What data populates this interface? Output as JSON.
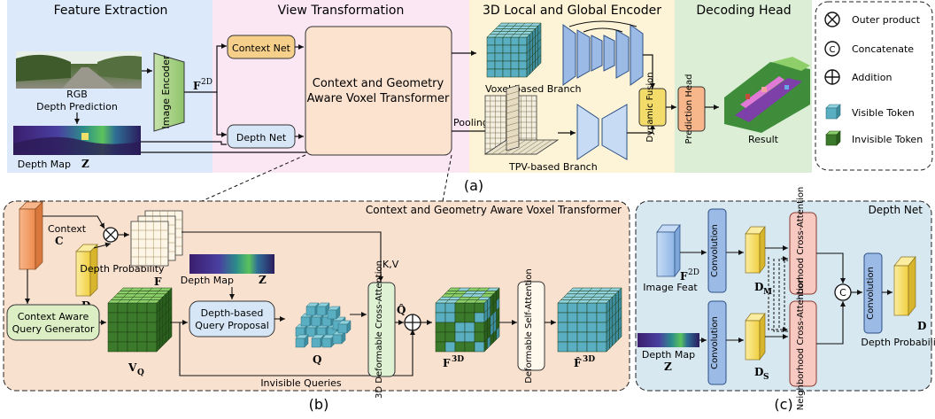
{
  "panel_a": {
    "caption": "(a)",
    "sections": {
      "feature_extraction": "Feature Extraction",
      "view_transformation": "View Transformation",
      "encoder": "3D Local and Global Encoder",
      "decoding_head": "Decoding Head"
    },
    "labels": {
      "rgb": "RGB",
      "depth_prediction": "Depth Prediction",
      "depth_map": "Depth Map",
      "depth_map_symbol": "Z",
      "image_encoder": "Image Encoder",
      "f2d_base": "F",
      "f2d_sup": "2D",
      "context_net": "Context Net",
      "depth_net": "Depth Net",
      "cgavt_line1": "Context and Geometry",
      "cgavt_line2": "Aware Voxel Transformer",
      "pooling": "Pooling",
      "voxel_branch": "Voxel-based Branch",
      "tpv_branch": "TPV-based Branch",
      "dynamic_fusion": "Dynamic Fusion",
      "prediction_head": "Prediction Head",
      "result": "Result"
    },
    "legend": {
      "outer_product": "Outer product",
      "concatenate": "Concatenate",
      "addition": "Addition",
      "visible_token": "Visible Token",
      "invisible_token": "Invisible Token",
      "concat_symbol": "C"
    }
  },
  "panel_b": {
    "caption": "(b)",
    "title": "Context and Geometry Aware Voxel Transformer",
    "labels": {
      "context": "Context",
      "context_symbol": "C",
      "depth_probability": "Depth Probability",
      "depth_symbol": "D",
      "f_symbol": "F",
      "depth_map": "Depth Map",
      "z_symbol": "Z",
      "kv": "K,V",
      "caqg_line1": "Context Aware",
      "caqg_line2": "Query Generator",
      "vq_base": "V",
      "vq_sub": "Q",
      "dbqp_line1": "Depth-based",
      "dbqp_line2": "Query Proposal",
      "q_symbol": "Q",
      "q_hat": "Q̂",
      "deformable_cross": "3D Deformable Cross-Attention",
      "f3d_base": "F",
      "f3d_sup": "3D",
      "deformable_self": "Deformable Self-Attention",
      "f3d_hat_base": "F̂",
      "invisible_queries": "Invisible Queries"
    }
  },
  "panel_c": {
    "caption": "(c)",
    "title": "Depth Net",
    "labels": {
      "f2d_base": "F",
      "f2d_sup": "2D",
      "image_feat": "Image Feat",
      "convolution": "Convolution",
      "dm_base": "D",
      "dm_sub": "M",
      "ds_base": "D",
      "ds_sub": "S",
      "neighborhood_cross": "Neighborhood Cross-Attention",
      "concat_symbol": "C",
      "depth_map": "Depth Map",
      "z_symbol": "Z",
      "depth_symbol": "D",
      "depth_probability": "Depth Probability"
    }
  },
  "colors": {
    "feature_bg": "#dbe9fb",
    "view_bg": "#fbe6f4",
    "encoder_bg": "#fdf3d6",
    "decoding_bg": "#dcefd6",
    "panel_b_bg": "#f9e1d0",
    "panel_c_bg": "#d8e8f0",
    "encoder_green": "#a9d08e",
    "context_orange": "#f6d08a",
    "depth_blue": "#d6e6f6",
    "blue_block": "#9bbbe6",
    "dark_green": "#3b7a2a",
    "teal": "#5aaec1",
    "yellow": "#f4dc6a",
    "red_block": "#f7c9c1",
    "orange": "#f29a5f"
  }
}
